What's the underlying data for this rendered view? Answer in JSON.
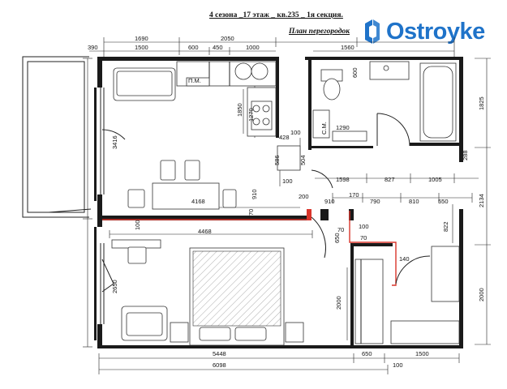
{
  "header": {
    "title": "4 сезона _17 этаж _ кв.235 _ 1я секция.",
    "subtitle": "План перегородок"
  },
  "logo": {
    "text": "Ostroyke",
    "color": "#1f73c9"
  },
  "dimensions": {
    "top_row1": [
      "1690",
      "2050",
      "1560"
    ],
    "top_row2": [
      "390",
      "1500",
      "600",
      "450",
      "1000"
    ],
    "left": [
      "3416",
      "2650"
    ],
    "right": [
      "1825",
      "2134",
      "2000"
    ],
    "bottom": [
      "5448",
      "650",
      "1500",
      "6098",
      "100"
    ],
    "inner": [
      "1850",
      "1270",
      "600",
      "1290",
      "428",
      "100",
      "586",
      "504",
      "910",
      "100",
      "1598",
      "827",
      "1005",
      "288",
      "4168",
      "200",
      "910",
      "170",
      "790",
      "810",
      "550",
      "822",
      "100",
      "70",
      "650",
      "70",
      "140",
      "4468",
      "100",
      "2000",
      "70"
    ]
  },
  "labels": {
    "pm": "П.М.",
    "sm": "С.М."
  }
}
